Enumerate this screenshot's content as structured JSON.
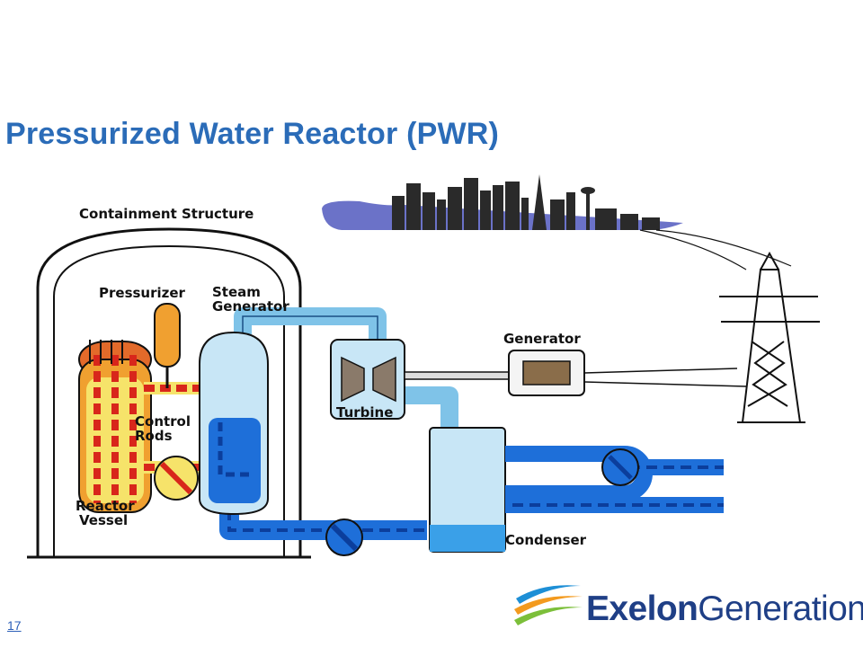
{
  "slide": {
    "title": "Pressurized Water Reactor (PWR)",
    "page_number": "17"
  },
  "diagram": {
    "labels": {
      "containment": "Containment Structure",
      "pressurizer": "Pressurizer",
      "steam_1": "Steam",
      "steam_2": "Generator",
      "control_1": "Control",
      "control_2": "Rods",
      "reactor_1": "Reactor",
      "reactor_2": "Vessel",
      "turbine": "Turbine",
      "generator": "Generator",
      "condenser": "Condenser"
    }
  },
  "brand": {
    "name_bold": "Exelon",
    "name_light": "Generation",
    "mark": "®"
  },
  "colors": {
    "title": "#2b6cb8",
    "brand": "#1f3f86",
    "water": "#1e6fd9",
    "steam": "#7fc3e8",
    "hot_loop": "#d8261b"
  }
}
